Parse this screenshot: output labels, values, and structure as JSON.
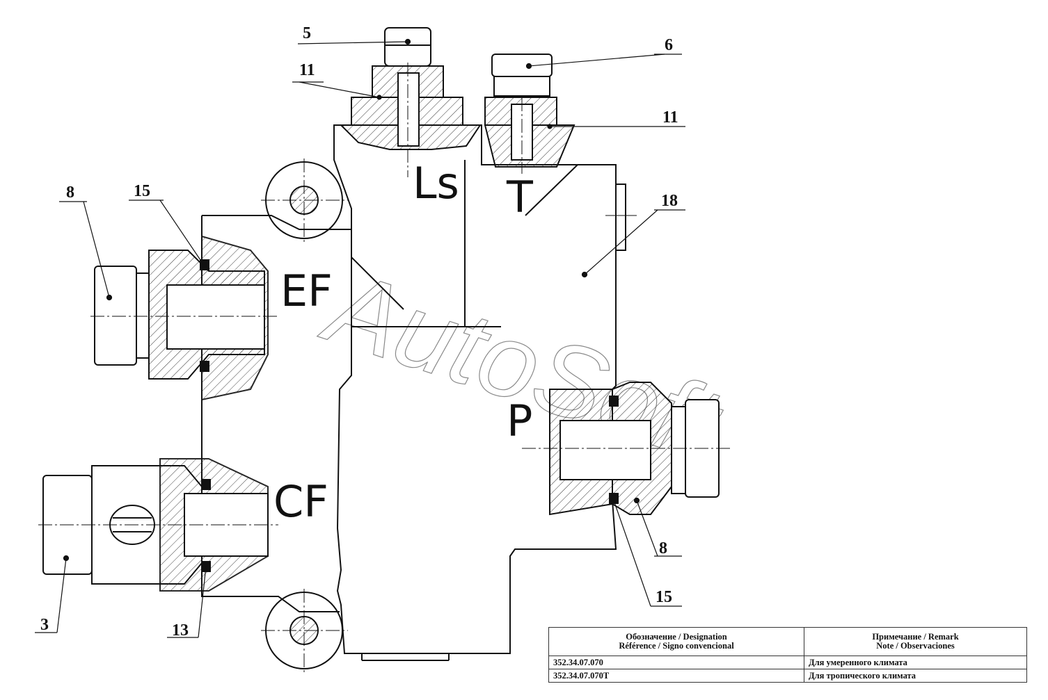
{
  "callouts": {
    "c5": "5",
    "c6": "6",
    "c11a": "11",
    "c11b": "11",
    "c8a": "8",
    "c15a": "15",
    "c18": "18",
    "c8b": "8",
    "c15b": "15",
    "c3": "3",
    "c13": "13"
  },
  "ports": {
    "ls": "Ls",
    "t": "T",
    "ef": "EF",
    "p": "P",
    "cf": "CF"
  },
  "watermark": "AutoSoft",
  "table": {
    "header": {
      "designation_line1": "Обозначение / Designation",
      "designation_line2": "Référence / Signo convencional",
      "remark_line1": "Примечание / Remark",
      "remark_line2": "Note / Observaciones"
    },
    "rows": [
      {
        "designation": "352.34.07.070",
        "remark": "Для умеренного климата"
      },
      {
        "designation": "352.34.07.070T",
        "remark": "Для тропического климата"
      }
    ]
  },
  "colors": {
    "line": "#111111",
    "hatch": "#333333",
    "watermark": "#888888"
  }
}
